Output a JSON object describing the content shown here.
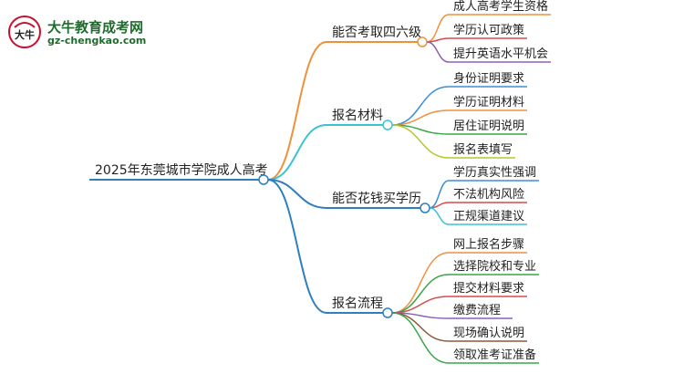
{
  "logo": {
    "badge_text": "大牛",
    "title": "大牛教育成考网",
    "url": "gz-chengkao.com"
  },
  "mindmap": {
    "root": "2025年东莞城市学院成人高考",
    "branches": [
      {
        "label": "能否考取四六级",
        "color": "#f0913a",
        "children": [
          {
            "label": "成人高考学生资格",
            "color": "#f0913a"
          },
          {
            "label": "学历认可政策",
            "color": "#d94a4a"
          },
          {
            "label": "提升英语水平机会",
            "color": "#8e5fb8"
          }
        ]
      },
      {
        "label": "报名材料",
        "color": "#3bc4cf",
        "children": [
          {
            "label": "身份证明要求",
            "color": "#3a8fd6"
          },
          {
            "label": "学历证明材料",
            "color": "#f0913a"
          },
          {
            "label": "居住证明说明",
            "color": "#3aa64a"
          },
          {
            "label": "报名表填写",
            "color": "#b5c832"
          }
        ]
      },
      {
        "label": "能否花钱买学历",
        "color": "#2f7fbf",
        "children": [
          {
            "label": "学历真实性强调",
            "color": "#3a8fd6"
          },
          {
            "label": "不法机构风险",
            "color": "#d94a4a"
          },
          {
            "label": "正规渠道建议",
            "color": "#3bc4cf"
          }
        ]
      },
      {
        "label": "报名流程",
        "color": "#2f7fbf",
        "children": [
          {
            "label": "网上报名步骤",
            "color": "#f0913a"
          },
          {
            "label": "选择院校和专业",
            "color": "#3aa64a"
          },
          {
            "label": "提交材料要求",
            "color": "#d94a4a"
          },
          {
            "label": "缴费流程",
            "color": "#8e5fb8"
          },
          {
            "label": "现场确认说明",
            "color": "#8a5a3b"
          },
          {
            "label": "领取准考证准备",
            "color": "#3aa64a"
          }
        ]
      }
    ]
  }
}
